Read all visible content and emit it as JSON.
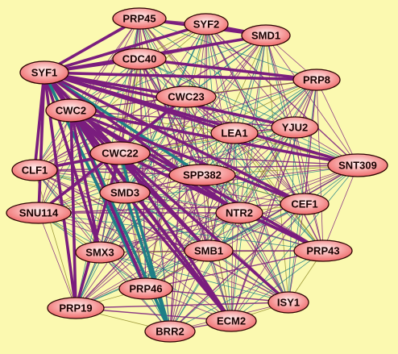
{
  "diagram": {
    "background": "#fbf9b0",
    "node_fill_light": "#fff0f0",
    "node_fill_dark": "#f06a6a",
    "edge_colors": {
      "purple": "#7a1d7e",
      "teal": "#1f7f86",
      "olive": "#8e8a2a"
    },
    "nodes": [
      {
        "id": "PRP45",
        "label": "PRP45"
      },
      {
        "id": "SYF2",
        "label": "SYF2"
      },
      {
        "id": "SMD1",
        "label": "SMD1"
      },
      {
        "id": "CDC40",
        "label": "CDC40"
      },
      {
        "id": "SYF1",
        "label": "SYF1"
      },
      {
        "id": "PRP8",
        "label": "PRP8"
      },
      {
        "id": "CWC23",
        "label": "CWC23"
      },
      {
        "id": "CWC2",
        "label": "CWC2"
      },
      {
        "id": "YJU2",
        "label": "YJU2"
      },
      {
        "id": "LEA1",
        "label": "LEA1"
      },
      {
        "id": "CWC22",
        "label": "CWC22"
      },
      {
        "id": "SNT309",
        "label": "SNT309"
      },
      {
        "id": "CLF1",
        "label": "CLF1"
      },
      {
        "id": "SPP382",
        "label": "SPP382"
      },
      {
        "id": "SMD3",
        "label": "SMD3"
      },
      {
        "id": "CEF1",
        "label": "CEF1"
      },
      {
        "id": "SNU114",
        "label": "SNU114"
      },
      {
        "id": "NTR2",
        "label": "NTR2"
      },
      {
        "id": "SMX3",
        "label": "SMX3"
      },
      {
        "id": "SMB1",
        "label": "SMB1"
      },
      {
        "id": "PRP43",
        "label": "PRP43"
      },
      {
        "id": "PRP46",
        "label": "PRP46"
      },
      {
        "id": "ISY1",
        "label": "ISY1"
      },
      {
        "id": "PRP19",
        "label": "PRP19"
      },
      {
        "id": "ECM2",
        "label": "ECM2"
      },
      {
        "id": "BRR2",
        "label": "BRR2"
      }
    ],
    "heavy_edges": [
      {
        "source": "SYF1",
        "target": "CWC2",
        "weight": "heavy",
        "color": "purple"
      },
      {
        "source": "SYF1",
        "target": "CLF1",
        "weight": "heavy",
        "color": "purple"
      },
      {
        "source": "SYF1",
        "target": "SNU114",
        "weight": "heavy",
        "color": "purple"
      },
      {
        "source": "SYF1",
        "target": "PRP19",
        "weight": "heavy",
        "color": "purple"
      },
      {
        "source": "SYF1",
        "target": "CWC23",
        "weight": "heavy",
        "color": "purple"
      },
      {
        "source": "SYF1",
        "target": "PRP45",
        "weight": "heavy",
        "color": "purple"
      },
      {
        "source": "SYF1",
        "target": "SYF2",
        "weight": "heavy",
        "color": "purple"
      },
      {
        "source": "SYF1",
        "target": "SMD1",
        "weight": "heavy",
        "color": "purple"
      },
      {
        "source": "SYF1",
        "target": "CDC40",
        "weight": "heavy",
        "color": "purple"
      },
      {
        "source": "SYF1",
        "target": "PRP8",
        "weight": "heavy",
        "color": "purple"
      },
      {
        "source": "SYF1",
        "target": "LEA1",
        "weight": "heavy",
        "color": "purple"
      },
      {
        "source": "SYF1",
        "target": "YJU2",
        "weight": "heavy",
        "color": "purple"
      },
      {
        "source": "SYF1",
        "target": "SNT309",
        "weight": "heavy",
        "color": "purple"
      },
      {
        "source": "SYF1",
        "target": "CWC22",
        "weight": "heavy",
        "color": "purple"
      },
      {
        "source": "SYF1",
        "target": "SPP382",
        "weight": "heavy",
        "color": "teal"
      },
      {
        "source": "SYF1",
        "target": "CEF1",
        "weight": "heavy",
        "color": "purple"
      },
      {
        "source": "SYF1",
        "target": "NTR2",
        "weight": "heavy",
        "color": "purple"
      },
      {
        "source": "SYF1",
        "target": "SMD3",
        "weight": "heavy",
        "color": "purple"
      },
      {
        "source": "SYF1",
        "target": "SMX3",
        "weight": "heavy",
        "color": "purple"
      },
      {
        "source": "SYF1",
        "target": "PRP46",
        "weight": "heavy",
        "color": "teal"
      },
      {
        "source": "SYF1",
        "target": "SMB1",
        "weight": "heavy",
        "color": "purple"
      },
      {
        "source": "SYF1",
        "target": "ECM2",
        "weight": "heavy",
        "color": "purple"
      },
      {
        "source": "CWC2",
        "target": "BRR2",
        "weight": "heavy",
        "color": "teal"
      },
      {
        "source": "CWC2",
        "target": "ECM2",
        "weight": "heavy",
        "color": "purple"
      },
      {
        "source": "CWC2",
        "target": "ISY1",
        "weight": "heavy",
        "color": "purple"
      },
      {
        "source": "CWC2",
        "target": "PRP43",
        "weight": "heavy",
        "color": "purple"
      },
      {
        "source": "CWC2",
        "target": "SNT309",
        "weight": "heavy",
        "color": "purple"
      },
      {
        "source": "CWC2",
        "target": "PRP19",
        "weight": "heavy",
        "color": "purple"
      },
      {
        "source": "CWC2",
        "target": "SMB1",
        "weight": "heavy",
        "color": "purple"
      },
      {
        "source": "CWC2",
        "target": "NTR2",
        "weight": "heavy",
        "color": "purple"
      },
      {
        "source": "CWC2",
        "target": "CEF1",
        "weight": "heavy",
        "color": "purple"
      },
      {
        "source": "CWC2",
        "target": "SMD3",
        "weight": "heavy",
        "color": "purple"
      },
      {
        "source": "CWC2",
        "target": "SMX3",
        "weight": "heavy",
        "color": "purple"
      },
      {
        "source": "CWC2",
        "target": "PRP46",
        "weight": "heavy",
        "color": "purple"
      },
      {
        "source": "CWC22",
        "target": "BRR2",
        "weight": "heavy",
        "color": "teal"
      },
      {
        "source": "CWC22",
        "target": "PRP43",
        "weight": "heavy",
        "color": "purple"
      },
      {
        "source": "CWC22",
        "target": "ECM2",
        "weight": "heavy",
        "color": "purple"
      },
      {
        "source": "SMD3",
        "target": "ECM2",
        "weight": "heavy",
        "color": "purple"
      },
      {
        "source": "SMD3",
        "target": "BRR2",
        "weight": "heavy",
        "color": "teal"
      },
      {
        "source": "PRP45",
        "target": "SMD1",
        "weight": "heavy",
        "color": "purple"
      },
      {
        "source": "SYF2",
        "target": "SMD1",
        "weight": "heavy",
        "color": "purple"
      },
      {
        "source": "PRP8",
        "target": "CDC40",
        "weight": "heavy",
        "color": "purple"
      },
      {
        "source": "CLF1",
        "target": "CWC22",
        "weight": "heavy",
        "color": "purple"
      },
      {
        "source": "SNU114",
        "target": "CWC23",
        "weight": "heavy",
        "color": "purple"
      },
      {
        "source": "PRP19",
        "target": "CWC22",
        "weight": "heavy",
        "color": "purple"
      }
    ]
  }
}
